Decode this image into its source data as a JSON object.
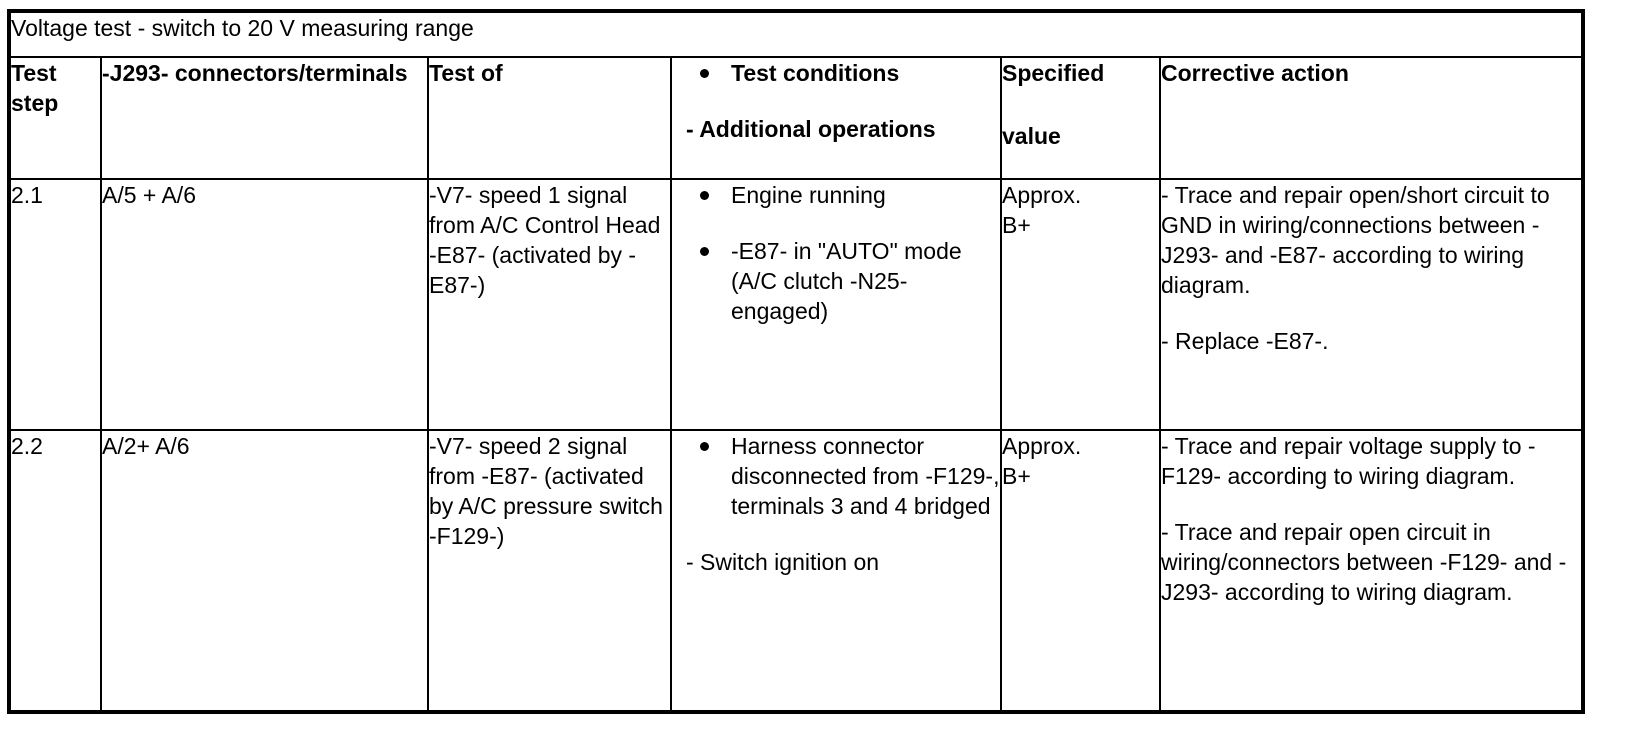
{
  "colors": {
    "text": "#000000",
    "background": "#ffffff",
    "border": "#000000"
  },
  "table": {
    "title": "Voltage test - switch to 20 V measuring range",
    "headers": {
      "test_step": "Test step",
      "connectors_terminals": "-J293- connectors/terminals",
      "test_of": "Test of",
      "test_conditions": "Test conditions",
      "additional_operations": "- Additional operations",
      "specified_value_line1": "Specified",
      "specified_value_line2": "value",
      "corrective_action": "Corrective action"
    },
    "rows": [
      {
        "step": "2.1",
        "terminals": "A/5 + A/6",
        "test_of": "-V7- speed 1 signal from A/C Control Head -E87- (activated by -E87-)",
        "conditions_bullets": [
          "Engine running",
          "-E87- in \"AUTO\" mode (A/C clutch -N25- engaged)"
        ],
        "conditions_dashes": [],
        "specified_value_lines": [
          "Approx.",
          "B+"
        ],
        "corrective_actions": [
          "- Trace and repair open/short circuit to GND in wiring/connections between -J293- and -E87- according to wiring diagram.",
          "- Replace -E87-."
        ]
      },
      {
        "step": "2.2",
        "terminals": "A/2+ A/6",
        "test_of": "-V7- speed 2 signal from -E87- (activated by A/C pressure switch -F129-)",
        "conditions_bullets": [
          "Harness connector disconnected from -F129-, terminals 3 and 4 bridged"
        ],
        "conditions_dashes": [
          "- Switch ignition on"
        ],
        "specified_value_lines": [
          "Approx.",
          "B+"
        ],
        "corrective_actions": [
          "- Trace and repair voltage supply to -F129- according to wiring diagram.",
          "- Trace and repair open circuit in wiring/connectors between -F129- and -J293- according to wiring diagram."
        ]
      }
    ]
  }
}
